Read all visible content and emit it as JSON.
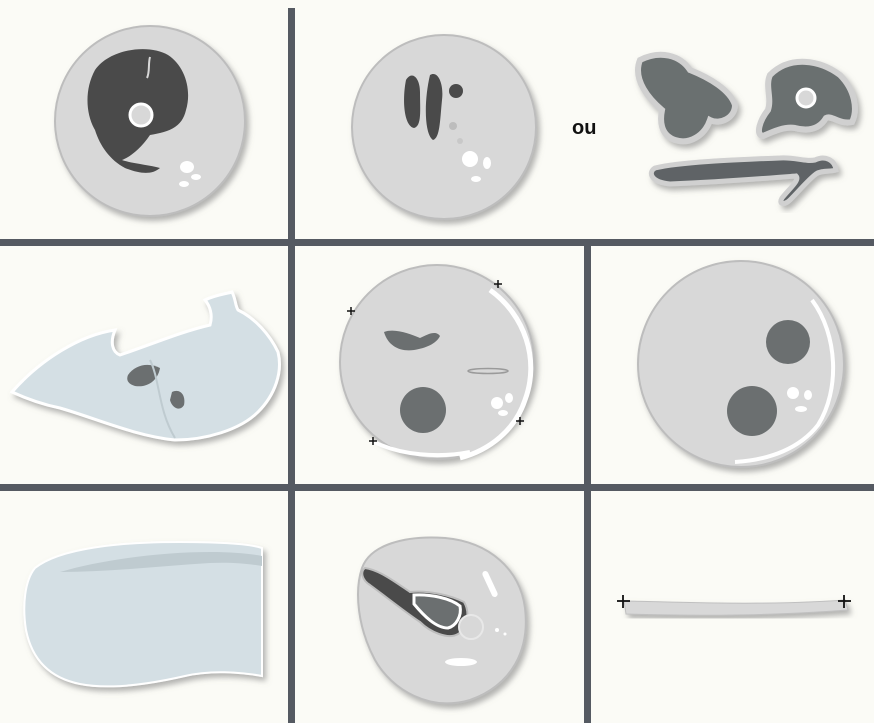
{
  "connector_word": "ou",
  "colors": {
    "background": "#fbfbf6",
    "divider": "#555a62",
    "disc": "#d8d8d8",
    "dark": "#4a4a4a",
    "medium": "#6b6f70",
    "light_blue": "#d4dfe4",
    "white": "#ffffff"
  },
  "panels": [
    {
      "name": "panel-top-left-disc",
      "icon": "dark-crescent-disc-icon"
    },
    {
      "name": "panel-top-right-disc",
      "icon": "dark-fissure-disc-icon"
    },
    {
      "name": "panel-top-right-alternatives",
      "icon": "isolated-shapes-icon"
    },
    {
      "name": "panel-middle-left-irregular",
      "icon": "irregular-blue-shape-icon"
    },
    {
      "name": "panel-middle-center-marked-disc",
      "icon": "marked-disc-icon"
    },
    {
      "name": "panel-middle-right-disc",
      "icon": "two-spot-disc-icon"
    },
    {
      "name": "panel-bottom-left-wedge",
      "icon": "blue-wedge-icon"
    },
    {
      "name": "panel-bottom-center-oval",
      "icon": "oval-with-dark-structure-icon"
    },
    {
      "name": "panel-bottom-right-strip",
      "icon": "thin-strip-icon"
    }
  ]
}
